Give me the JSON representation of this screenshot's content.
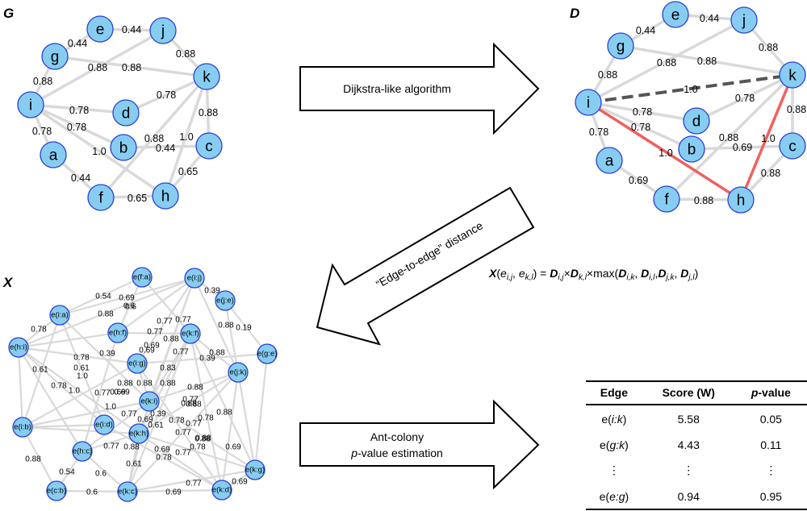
{
  "panels": {
    "G": {
      "label": "G"
    },
    "D": {
      "label": "D"
    },
    "X": {
      "label": "X"
    }
  },
  "colors": {
    "node_fill": "#87cdf2",
    "node_stroke": "#2a3fd6",
    "edge": "#d9d9d9",
    "shortest_path": "#f0605f",
    "shortcut_dashed": "#555555",
    "shortcut_label": "#1f2ddb",
    "path_label": "#e8151a"
  },
  "graph_G": {
    "nodes": [
      "e",
      "j",
      "g",
      "k",
      "i",
      "d",
      "a",
      "b",
      "c",
      "f",
      "h"
    ],
    "edges": [
      {
        "from": "g",
        "to": "e",
        "weight": "0.44"
      },
      {
        "from": "e",
        "to": "j",
        "weight": "0.44"
      },
      {
        "from": "j",
        "to": "k",
        "weight": "0.88"
      },
      {
        "from": "g",
        "to": "k",
        "weight": "0.88"
      },
      {
        "from": "i",
        "to": "j",
        "weight": "0.88"
      },
      {
        "from": "i",
        "to": "g",
        "weight": "0.88"
      },
      {
        "from": "i",
        "to": "d",
        "weight": "0.78"
      },
      {
        "from": "d",
        "to": "k",
        "weight": "0.78"
      },
      {
        "from": "i",
        "to": "a",
        "weight": "0.78"
      },
      {
        "from": "i",
        "to": "b",
        "weight": "0.78"
      },
      {
        "from": "i",
        "to": "h",
        "weight": "1.0"
      },
      {
        "from": "k",
        "to": "c",
        "weight": "0.88"
      },
      {
        "from": "f",
        "to": "k",
        "weight": "0.88"
      },
      {
        "from": "h",
        "to": "k",
        "weight": "1.0"
      },
      {
        "from": "b",
        "to": "c",
        "weight": "0.44"
      },
      {
        "from": "c",
        "to": "h",
        "weight": "0.65"
      },
      {
        "from": "a",
        "to": "f",
        "weight": "0.44"
      },
      {
        "from": "f",
        "to": "h",
        "weight": "0.65"
      }
    ]
  },
  "graph_D": {
    "nodes": [
      "e",
      "j",
      "g",
      "k",
      "i",
      "d",
      "a",
      "b",
      "c",
      "f",
      "h"
    ],
    "edges": [
      {
        "from": "g",
        "to": "e",
        "weight": "0.44",
        "style": "normal"
      },
      {
        "from": "e",
        "to": "j",
        "weight": "0.44",
        "style": "normal"
      },
      {
        "from": "j",
        "to": "k",
        "weight": "0.88",
        "style": "normal"
      },
      {
        "from": "g",
        "to": "k",
        "weight": "0.88",
        "style": "normal"
      },
      {
        "from": "i",
        "to": "j",
        "weight": "0.88",
        "style": "normal"
      },
      {
        "from": "i",
        "to": "g",
        "weight": "0.88",
        "style": "normal"
      },
      {
        "from": "i",
        "to": "d",
        "weight": "0.78",
        "style": "normal"
      },
      {
        "from": "d",
        "to": "k",
        "weight": "0.78",
        "style": "normal"
      },
      {
        "from": "i",
        "to": "a",
        "weight": "0.78",
        "style": "normal"
      },
      {
        "from": "i",
        "to": "b",
        "weight": "0.78",
        "style": "normal"
      },
      {
        "from": "k",
        "to": "c",
        "weight": "0.88",
        "style": "normal"
      },
      {
        "from": "f",
        "to": "k",
        "weight": "0.88",
        "style": "normal"
      },
      {
        "from": "b",
        "to": "c",
        "weight": "0.69",
        "style": "updated"
      },
      {
        "from": "c",
        "to": "h",
        "weight": "0.88",
        "style": "updated"
      },
      {
        "from": "a",
        "to": "f",
        "weight": "0.69",
        "style": "updated"
      },
      {
        "from": "f",
        "to": "h",
        "weight": "0.88",
        "style": "updated"
      },
      {
        "from": "i",
        "to": "h",
        "weight": "1.0",
        "style": "path"
      },
      {
        "from": "h",
        "to": "k",
        "weight": "1.0",
        "style": "path"
      },
      {
        "from": "i",
        "to": "k",
        "weight": "1.0",
        "style": "shortcut"
      }
    ]
  },
  "graph_X": {
    "nodes": [
      "e(f:a)",
      "e(i:j)",
      "e(j:e)",
      "e(i:a)",
      "e(h:f)",
      "e(k:f)",
      "e(h:i)",
      "e(g:e)",
      "e(i:g)",
      "e(j:k)",
      "e(k:i)",
      "e(i:b)",
      "e(i:d)",
      "e(k:h)",
      "e(h:c)",
      "e(k:g)",
      "e(c:b)",
      "e(k:c)",
      "e(k:d)"
    ],
    "edge_labels": [
      "0.54",
      "0.69",
      "0.6",
      "0.88",
      "0.6",
      "0.39",
      "0.78",
      "0.77",
      "0.77",
      "0.19",
      "0.88",
      "0.69",
      "0.77",
      "0.88",
      "0.39",
      "0.88",
      "0.69",
      "0.77",
      "0.39",
      "0.78",
      "0.61",
      "0.61",
      "1.0",
      "0.83",
      "0.78",
      "1.0",
      "0.69",
      "0.77",
      "0.69",
      "0.88",
      "0.88",
      "0.88",
      "0.88",
      "0.88",
      "0.88",
      "0.77",
      "0.39",
      "0.88",
      "0.78",
      "0.61",
      "0.78",
      "1.0",
      "0.77",
      "0.77",
      "0.69",
      "0.77",
      "0.88",
      "0.88",
      "0.69",
      "0.78",
      "0.88",
      "0.54",
      "0.6",
      "0.77",
      "0.88",
      "0.61",
      "0.78",
      "0.6",
      "0.69",
      "0.77",
      "0.69",
      "0.77",
      "0.69"
    ]
  },
  "arrows": {
    "step1": {
      "label": "Dijkstra-like algorithm"
    },
    "step2": {
      "label": "“Edge-to-edge” distance"
    },
    "step3": {
      "line1": "Ant-colony",
      "line2_italic": "p",
      "line2_rest": "-value estimation"
    }
  },
  "formula": {
    "lhs_symbol": "X",
    "text": "X(e_{i,j}, e_{k,l}) = D_{i,j} × D_{k,l} × max(D_{i,k}, D_{i,l}, D_{j,k}, D_{j,l})"
  },
  "results_table": {
    "headers": {
      "edge": "Edge",
      "score": "Score (W)",
      "pvalue_italic": "p",
      "pvalue_rest": "-value"
    },
    "rows": [
      {
        "edge_prefix": "e(",
        "edge_inner": "i:k",
        "edge_suffix": ")",
        "score": "5.58",
        "pvalue": "0.05"
      },
      {
        "edge_prefix": "e(",
        "edge_inner": "g:k",
        "edge_suffix": ")",
        "score": "4.43",
        "pvalue": "0.11"
      },
      {
        "edge_prefix": "⋮",
        "edge_inner": "",
        "edge_suffix": "",
        "score": "⋮",
        "pvalue": "⋮"
      },
      {
        "edge_prefix": "e(",
        "edge_inner": "e:g",
        "edge_suffix": ")",
        "score": "0.94",
        "pvalue": "0.95"
      }
    ]
  }
}
